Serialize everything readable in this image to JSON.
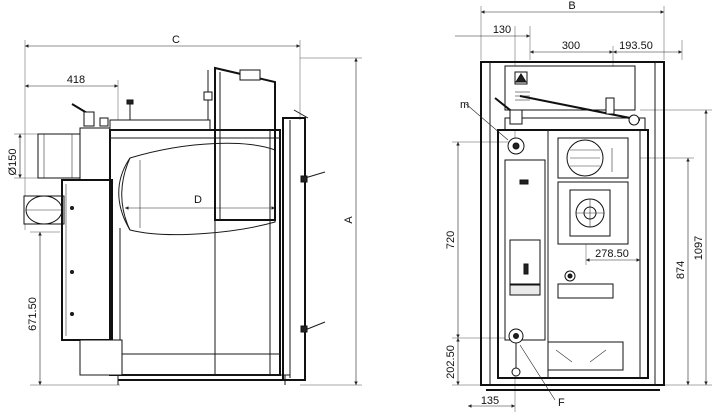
{
  "labels": {
    "c": "C",
    "d": "D",
    "a": "A",
    "b": "B",
    "m": "m",
    "f": "F"
  },
  "dimensions": {
    "d418": "418",
    "d150": "Ø150",
    "d671": "671.50",
    "d130": "130",
    "d300": "300",
    "d193": "193.50",
    "d720": "720",
    "d874": "874",
    "d1097": "1097",
    "d278": "278.50",
    "d202": "202.50",
    "d135": "135"
  }
}
